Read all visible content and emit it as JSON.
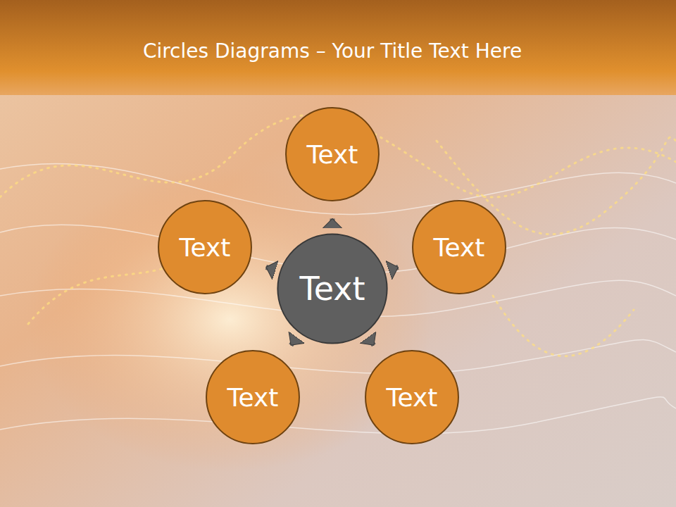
{
  "diagram": {
    "title": "Circles Diagrams – Your Title Text Here",
    "nodes": [
      {
        "text": [
          "Text"
        ]
      },
      {
        "text": [
          "Text"
        ]
      },
      {
        "text": [
          "Text"
        ]
      },
      {
        "text": [
          "Text"
        ]
      },
      {
        "text": [
          "Text"
        ]
      },
      {
        "text": [
          "Text"
        ]
      }
    ],
    "edges": [
      {
        "from": 3,
        "to": 0,
        "arrow": "to"
      },
      {
        "from": 3,
        "to": 2,
        "arrow": "to"
      },
      {
        "from": 3,
        "to": 5,
        "arrow": "to"
      },
      {
        "from": 3,
        "to": 4,
        "arrow": "to"
      },
      {
        "from": 3,
        "to": 1,
        "arrow": "to"
      }
    ]
  }
}
